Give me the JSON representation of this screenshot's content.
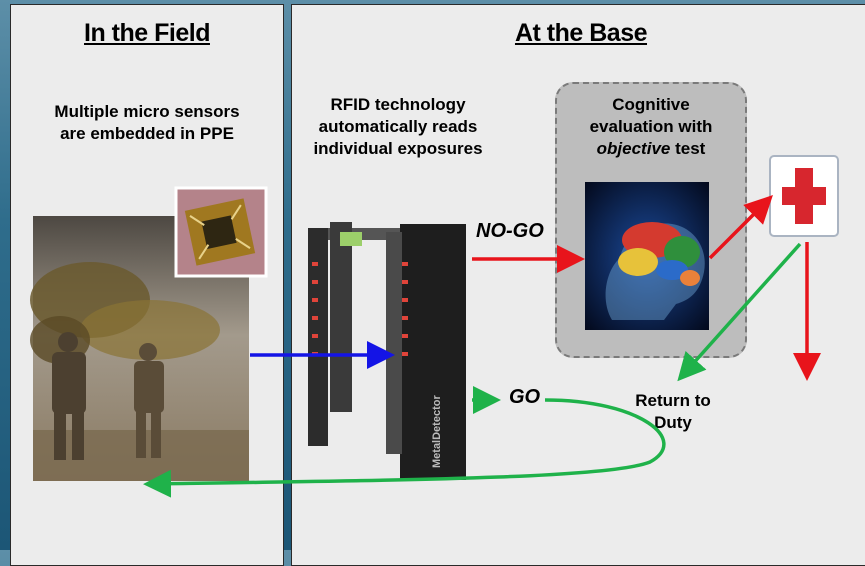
{
  "field": {
    "heading": "In the Field",
    "caption_line1": "Multiple micro sensors",
    "caption_line2": "are embedded in PPE"
  },
  "base": {
    "heading": "At the Base",
    "rfid_line1": "RFID technology",
    "rfid_line2": "automatically reads",
    "rfid_line3": "individual exposures",
    "cog_line1": "Cognitive",
    "cog_line2": "evaluation with",
    "cog_line3_em": "objective",
    "cog_line3_rest": " test",
    "nogo": "NO-GO",
    "go": "GO",
    "return_line1": "Return to",
    "return_line2": "Duty",
    "detector_brand": "MetalDetector"
  },
  "colors": {
    "nogo_arrow": "#e8141b",
    "go_arrow": "#1fb24a",
    "field_arrow": "#1414e6",
    "medical_cross": "#d7262e"
  }
}
